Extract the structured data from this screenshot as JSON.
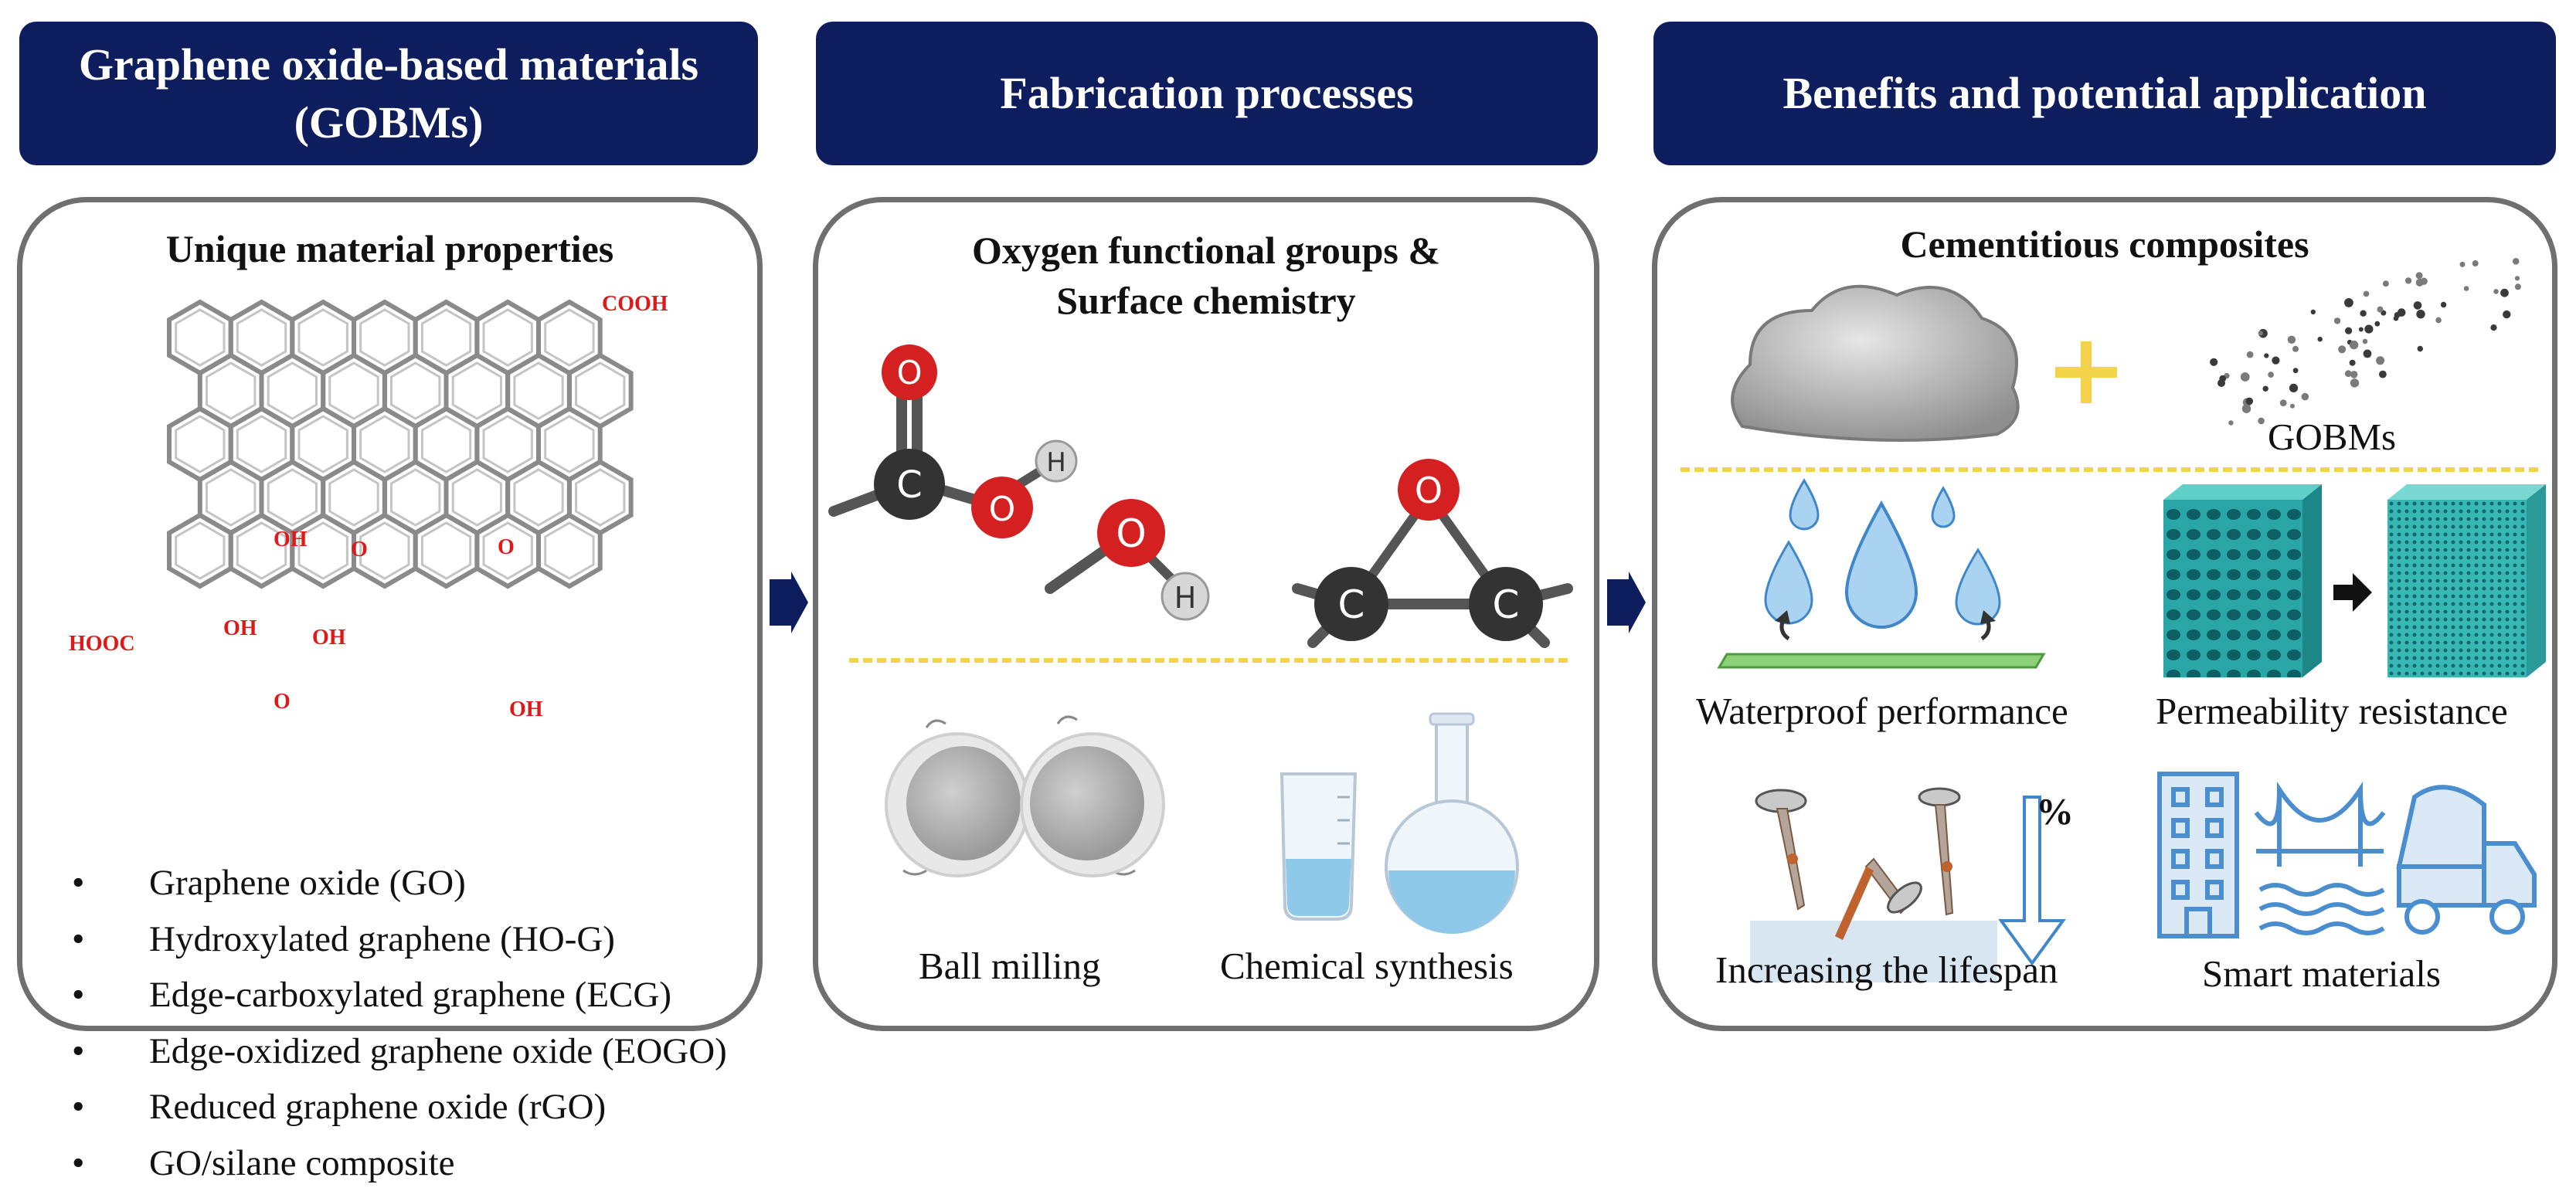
{
  "headers": {
    "left": [
      "Graphene oxide-based materials",
      "(GOBMs)"
    ],
    "middle": "Fabrication processes",
    "right": "Benefits and potential application"
  },
  "left_panel": {
    "title": "Unique material properties",
    "molecule_labels": {
      "cooh": "COOH",
      "hooc": "HOOC",
      "oh": "OH",
      "o": "O"
    },
    "bullet": "•",
    "items": [
      "Graphene oxide (GO)",
      "Hydroxylated graphene (HO-G)",
      "Edge-carboxylated graphene (ECG)",
      "Edge-oxidized graphene oxide (EOGO)",
      "Reduced graphene oxide (rGO)",
      "GO/silane composite"
    ]
  },
  "middle_panel": {
    "title": [
      "Oxygen functional groups &",
      "Surface chemistry"
    ],
    "atoms": {
      "oxygen": "O",
      "carbon": "C",
      "hydrogen": "H"
    },
    "ball_milling": "Ball milling",
    "chemical_synthesis": "Chemical synthesis"
  },
  "right_panel": {
    "title": "Cementitious composites",
    "gobms_label": "GOBMs",
    "waterproof": "Waterproof performance",
    "permeability": "Permeability resistance",
    "lifespan": "Increasing the lifespan",
    "percent": "%",
    "smart": "Smart materials"
  },
  "colors": {
    "header_bg": "#0d1d5e",
    "arrow": "#0d1d5e",
    "oxygen": "#d42020",
    "carbon": "#333333",
    "hydrogen": "#d7d7d7",
    "dash": "#f2d34a",
    "teal": "#2aa6a6",
    "blue": "#4a8ed0"
  },
  "icons": [
    "graphene-oxide-structure",
    "carboxyl-group",
    "hydroxyl-group",
    "epoxy-group",
    "ball-mill-balls",
    "beaker",
    "flask",
    "cement-cloud",
    "plus-icon",
    "gobm-dots",
    "water-drops",
    "porous-block",
    "nails",
    "down-arrow",
    "building",
    "bridge",
    "mixer-truck"
  ]
}
